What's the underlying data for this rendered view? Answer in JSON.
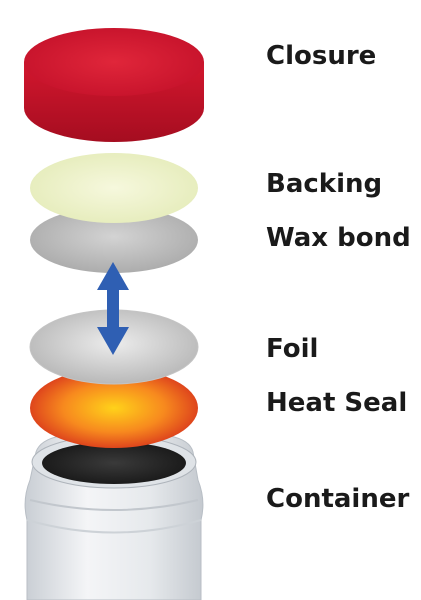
{
  "layers": [
    {
      "id": "closure",
      "label": "Closure",
      "color": "#c8102e"
    },
    {
      "id": "backing",
      "label": "Backing",
      "color": "#eef3c9"
    },
    {
      "id": "wax-bond",
      "label": "Wax bond",
      "color": "#bdbdbd"
    },
    {
      "id": "foil",
      "label": "Foil",
      "color": "#cfcfcf"
    },
    {
      "id": "heat-seal",
      "label": "Heat Seal",
      "color": "#f06a18"
    },
    {
      "id": "container",
      "label": "Container",
      "color": "#e9ecef"
    }
  ],
  "arrow": {
    "color": "#2f5fb3",
    "direction": "vertical-double"
  }
}
